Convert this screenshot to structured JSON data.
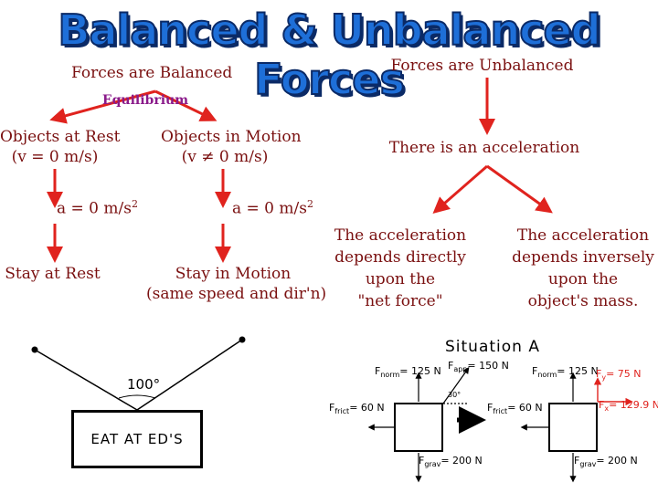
{
  "title": "Balanced & Unbalanced Forces",
  "balanced": {
    "heading": "Forces are Balanced",
    "equilibrium": "Equilibrium",
    "rest_label": "Objects at Rest",
    "rest_cond": "(v = 0 m/s)",
    "motion_label": "Objects in Motion",
    "motion_cond": "(v ≠ 0 m/s)",
    "accel_rest": "a = 0 m/s",
    "accel_motion": "a = 0 m/s",
    "exp": "2",
    "stay_rest": "Stay at Rest",
    "stay_motion_1": "Stay in Motion",
    "stay_motion_2": "(same speed and dir'n)"
  },
  "unbalanced": {
    "heading": "Forces are Unbalanced",
    "acceleration": "There is an acceleration",
    "direct_1": "The acceleration",
    "direct_2": "depends directly",
    "direct_3": "upon the",
    "direct_4": "\"net force\"",
    "inverse_1": "The acceleration",
    "inverse_2": "depends inversely",
    "inverse_3": "upon the",
    "inverse_4": "object's mass."
  },
  "sign": {
    "angle": "100°",
    "text": "EAT AT ED'S"
  },
  "situation": {
    "title": "Situation A",
    "left": {
      "norm": "= 125 N",
      "app": "= 150 N",
      "angle": "30°",
      "frict": "= 60 N",
      "grav": "= 200 N"
    },
    "right": {
      "norm": "= 125 N",
      "fy": "= 75 N",
      "fx": "= 129.9 N",
      "frict": "= 60 N",
      "grav": "= 200 N"
    }
  },
  "colors": {
    "title": "#1e6fd8",
    "arrow": "#e0231e",
    "text": "#7a1010"
  }
}
